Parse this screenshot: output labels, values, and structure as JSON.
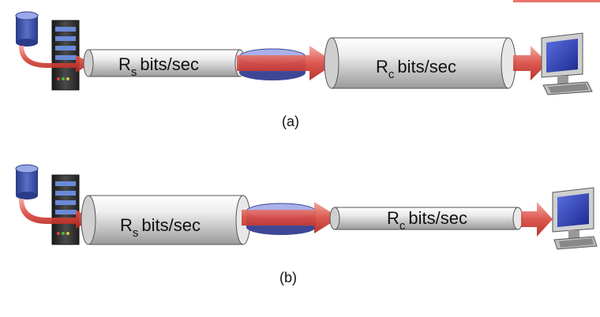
{
  "diagrams": [
    {
      "caption": "(a)",
      "server_pipe": {
        "rate_symbol": "R",
        "rate_subscript": "s",
        "rate_unit": "bits/sec"
      },
      "client_pipe": {
        "rate_symbol": "R",
        "rate_subscript": "c",
        "rate_unit": "bits/sec"
      }
    },
    {
      "caption": "(b)",
      "server_pipe": {
        "rate_symbol": "R",
        "rate_subscript": "s",
        "rate_unit": "bits/sec"
      },
      "client_pipe": {
        "rate_symbol": "R",
        "rate_subscript": "c",
        "rate_unit": "bits/sec"
      }
    }
  ],
  "colors": {
    "arrow": "#cf3a33",
    "pipe": "#d4d4d4",
    "router": "#5d66b5",
    "database": "#3a4fa0",
    "monitor_screen": "#2c3fb0"
  },
  "icons": [
    "database-icon",
    "server-rack-icon",
    "router-icon",
    "desktop-computer-icon"
  ]
}
